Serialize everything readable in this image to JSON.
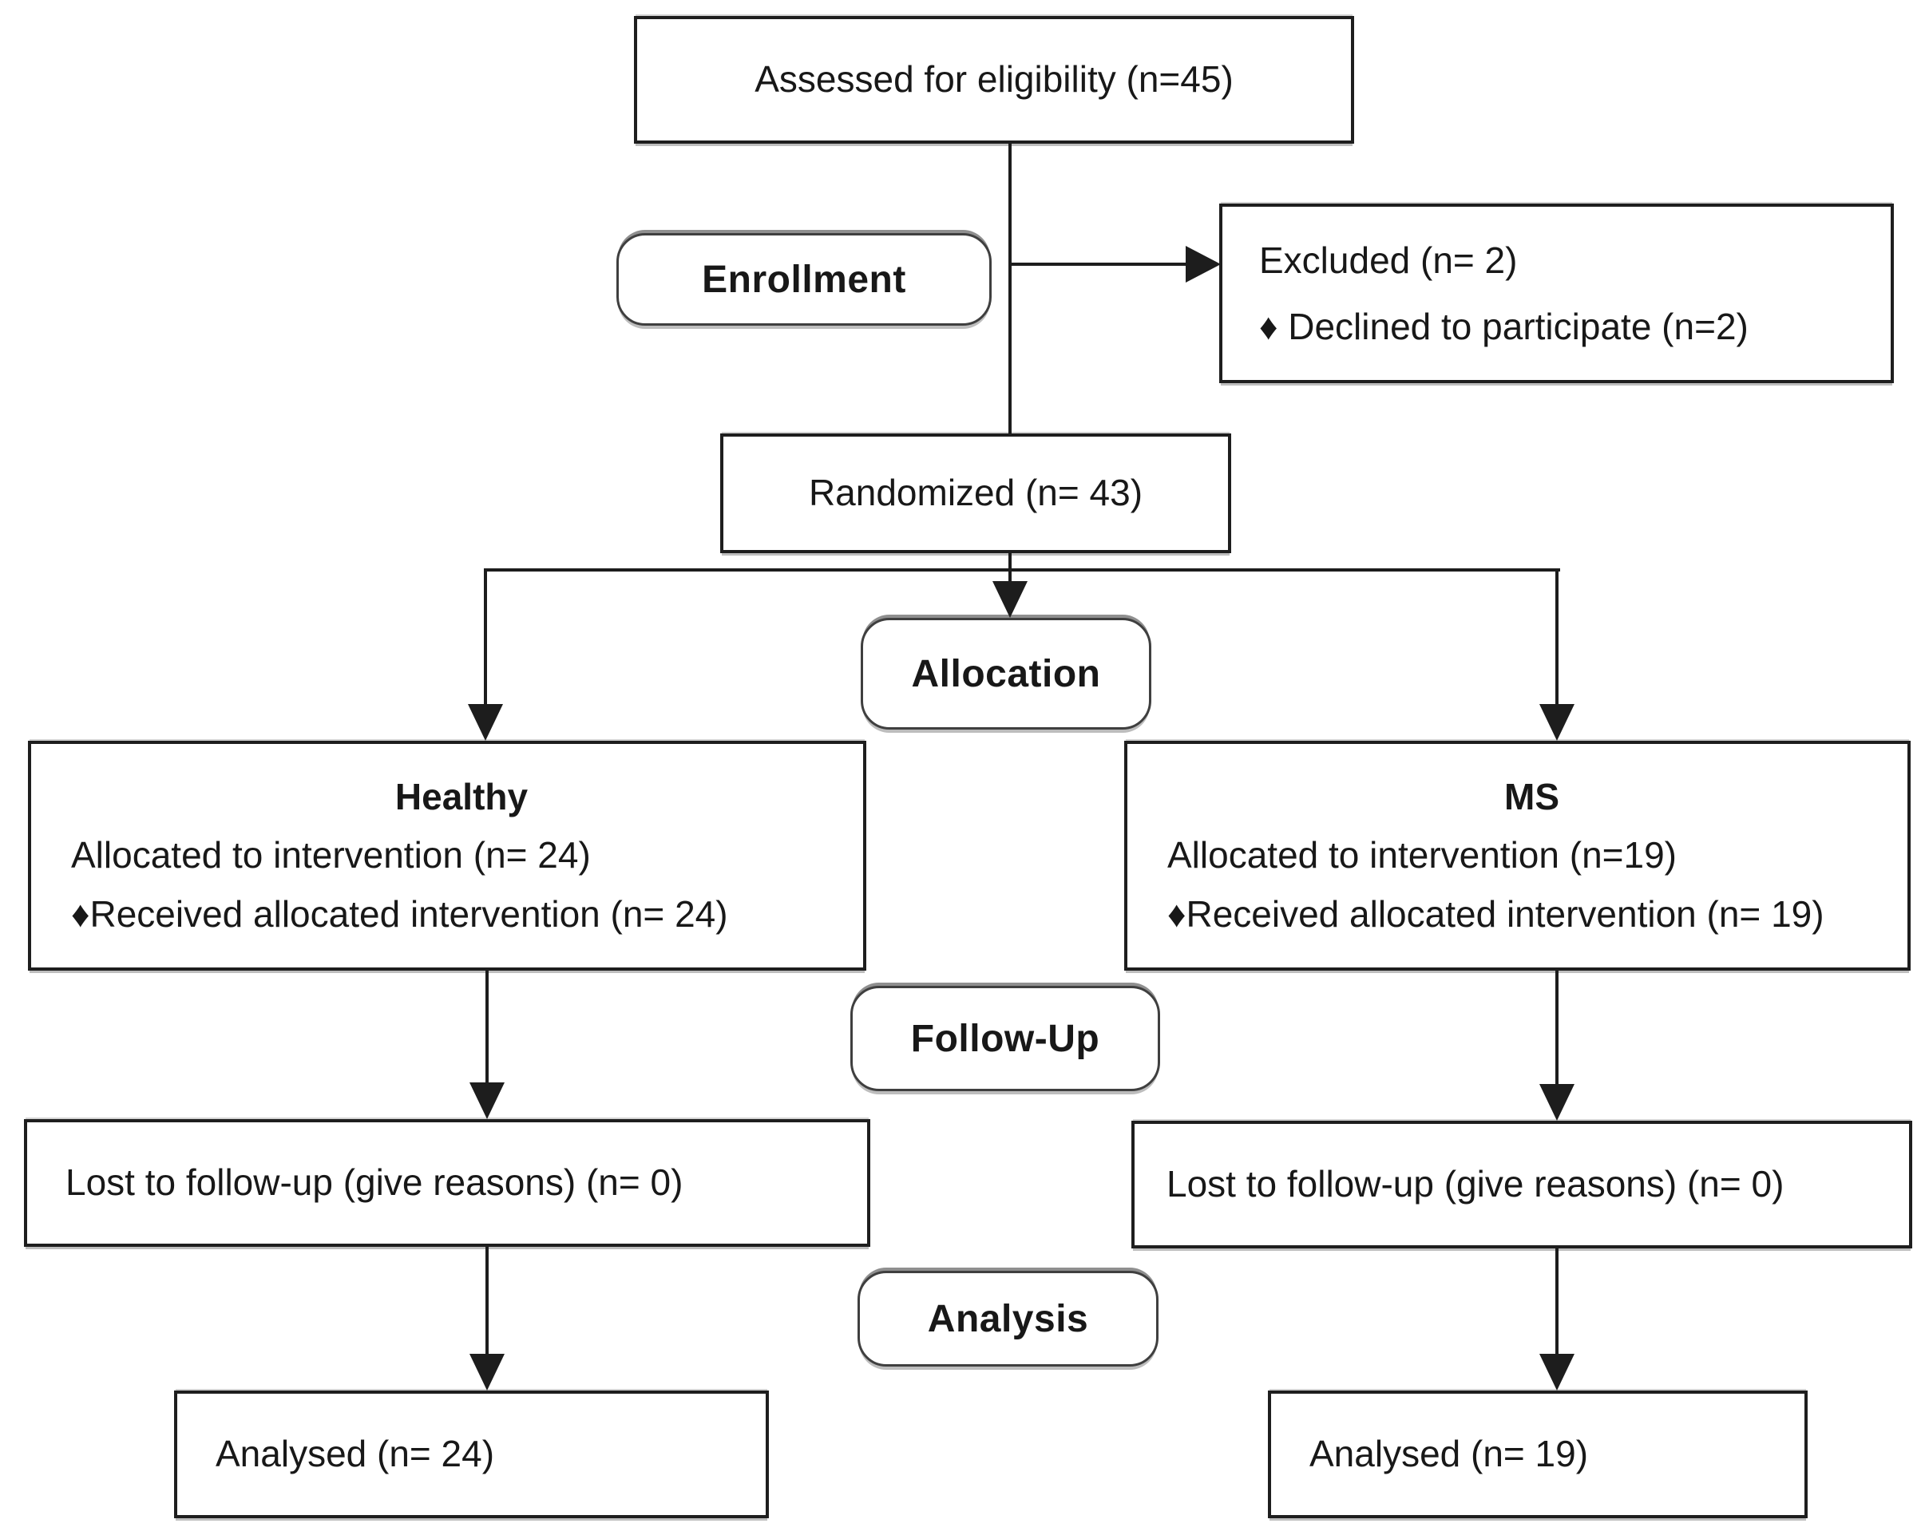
{
  "boxes": {
    "assessed": {
      "text": "Assessed for eligibility (n=45)"
    },
    "excluded": {
      "line1": "Excluded (n= 2)",
      "line2": "♦ Declined to participate (n=2)"
    },
    "randomized": {
      "text": "Randomized (n= 43)"
    },
    "healthy": {
      "title": "Healthy",
      "line1": "Allocated to intervention (n= 24)",
      "line2": "♦Received allocated intervention (n= 24)"
    },
    "ms": {
      "title": "MS",
      "line1": "Allocated to intervention (n=19)",
      "line2": "♦Received allocated intervention (n= 19)"
    },
    "lost_left": {
      "text": "Lost to follow-up (give reasons) (n= 0)"
    },
    "lost_right": {
      "text": "Lost to follow-up (give reasons) (n= 0)"
    },
    "analysed_left": {
      "text": "Analysed (n= 24)"
    },
    "analysed_right": {
      "text": "Analysed (n= 19)"
    }
  },
  "stage_labels": {
    "enrollment": "Enrollment",
    "allocation": "Allocation",
    "followup": "Follow-Up",
    "analysis": "Analysis"
  },
  "colors": {
    "line": "#1d1d1d",
    "text": "#181818",
    "background": "#ffffff"
  }
}
